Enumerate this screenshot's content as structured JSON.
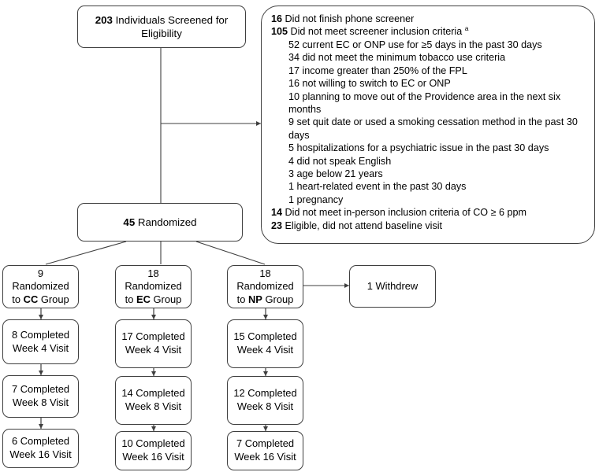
{
  "diagram": {
    "title": "CONSORT participant flow diagram",
    "line_color": "#3f3f3f",
    "text_color": "#000000",
    "background": "#ffffff"
  },
  "screened": {
    "count": "203",
    "label": " Individuals Screened for Eligibility"
  },
  "exclusions": {
    "lines": [
      {
        "level": 0,
        "count": "16",
        "text": " Did not finish phone screener",
        "sup": ""
      },
      {
        "level": 0,
        "count": "105",
        "text": " Did not meet screener inclusion criteria ",
        "sup": "a"
      },
      {
        "level": 1,
        "count": "",
        "text": "52 current EC or ONP use for ≥5 days in the past 30 days",
        "sup": ""
      },
      {
        "level": 1,
        "count": "",
        "text": "34 did not meet the minimum tobacco use criteria",
        "sup": ""
      },
      {
        "level": 1,
        "count": "",
        "text": "17 income greater than 250% of the FPL",
        "sup": ""
      },
      {
        "level": 1,
        "count": "",
        "text": "16 not willing to switch to EC or ONP",
        "sup": ""
      },
      {
        "level": 1,
        "count": "",
        "text": "10 planning to move out of the Providence area in the next six months",
        "sup": ""
      },
      {
        "level": 1,
        "count": "",
        "text": "9 set quit date or used a smoking cessation method in the past 30 days",
        "sup": ""
      },
      {
        "level": 1,
        "count": "",
        "text": "5 hospitalizations for a psychiatric issue in the past 30 days",
        "sup": ""
      },
      {
        "level": 1,
        "count": "",
        "text": "4 did not speak English",
        "sup": ""
      },
      {
        "level": 1,
        "count": "",
        "text": "3 age below 21 years",
        "sup": ""
      },
      {
        "level": 1,
        "count": "",
        "text": "1 heart-related event in the past 30 days",
        "sup": ""
      },
      {
        "level": 1,
        "count": "",
        "text": "1 pregnancy",
        "sup": ""
      },
      {
        "level": 0,
        "count": "14",
        "text": " Did not meet in-person inclusion criteria of CO ≥ 6 ppm",
        "sup": ""
      },
      {
        "level": 0,
        "count": "23",
        "text": " Eligible, did not attend baseline visit",
        "sup": ""
      }
    ]
  },
  "randomized": {
    "count": "45",
    "label": " Randomized"
  },
  "withdrew": {
    "label": "1 Withdrew"
  },
  "arms": [
    {
      "key": "cc",
      "alloc_count": "9",
      "alloc_line1": "Randomized",
      "alloc_line2_pre": "to ",
      "alloc_group": "CC",
      "alloc_line2_post": " Group",
      "week4": "8 Completed Week 4 Visit",
      "week8": "7 Completed Week 8 Visit",
      "week16": "6 Completed Week 16 Visit"
    },
    {
      "key": "ec",
      "alloc_count": "18",
      "alloc_line1": "Randomized",
      "alloc_line2_pre": "to ",
      "alloc_group": "EC",
      "alloc_line2_post": " Group",
      "week4": "17 Completed Week 4 Visit",
      "week8": "14 Completed Week 8 Visit",
      "week16": "10 Completed Week 16 Visit"
    },
    {
      "key": "np",
      "alloc_count": "18",
      "alloc_line1": "Randomized",
      "alloc_line2_pre": "to ",
      "alloc_group": "NP",
      "alloc_line2_post": " Group",
      "week4": "15 Completed Week 4 Visit",
      "week8": "12 Completed Week 8 Visit",
      "week16": "7 Completed Week 16 Visit"
    }
  ]
}
